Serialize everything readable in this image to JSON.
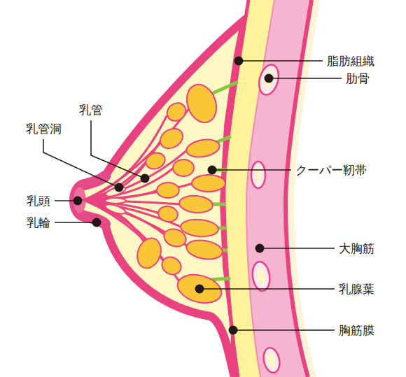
{
  "diagram": {
    "labels": [
      "脂肪組織",
      "肋骨",
      "乳管",
      "乳管洞",
      "クーパー靭帯",
      "乳頭",
      "大胸筋",
      "乳輪",
      "乳腺葉",
      "胸筋膜"
    ]
  }
}
